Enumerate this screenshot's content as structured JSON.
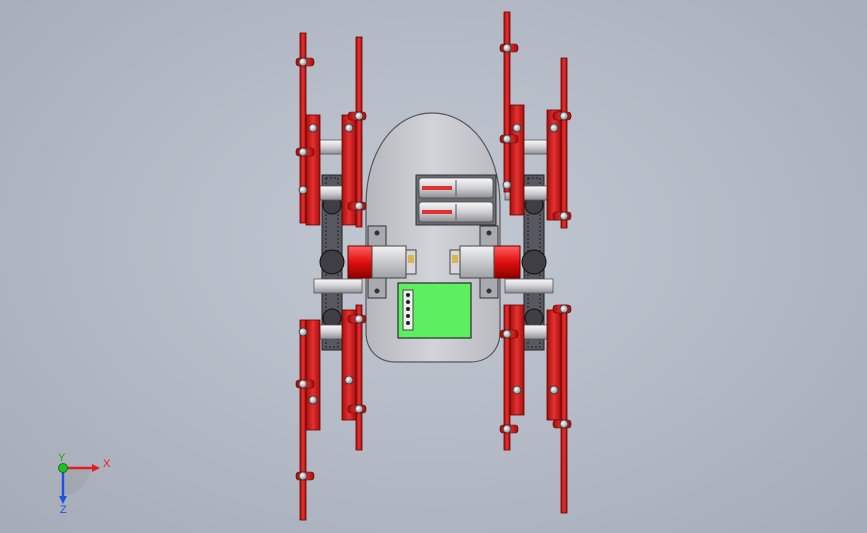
{
  "viewport": {
    "background_color": "#b8bec9"
  },
  "model": {
    "body_color": "#c9cad0",
    "leg_color": "#d42a2a",
    "gear_color": "#4a4a4a",
    "motor_color": "#d9dadd",
    "motor_cap_color": "#e01818",
    "board_color": "#5cf060",
    "battery_color": "#e9e9eb"
  },
  "triad": {
    "x_label": "X",
    "y_label": "Y",
    "z_label": "Z",
    "x_color": "#e02020",
    "y_color": "#20c020",
    "z_color": "#2050e0"
  }
}
